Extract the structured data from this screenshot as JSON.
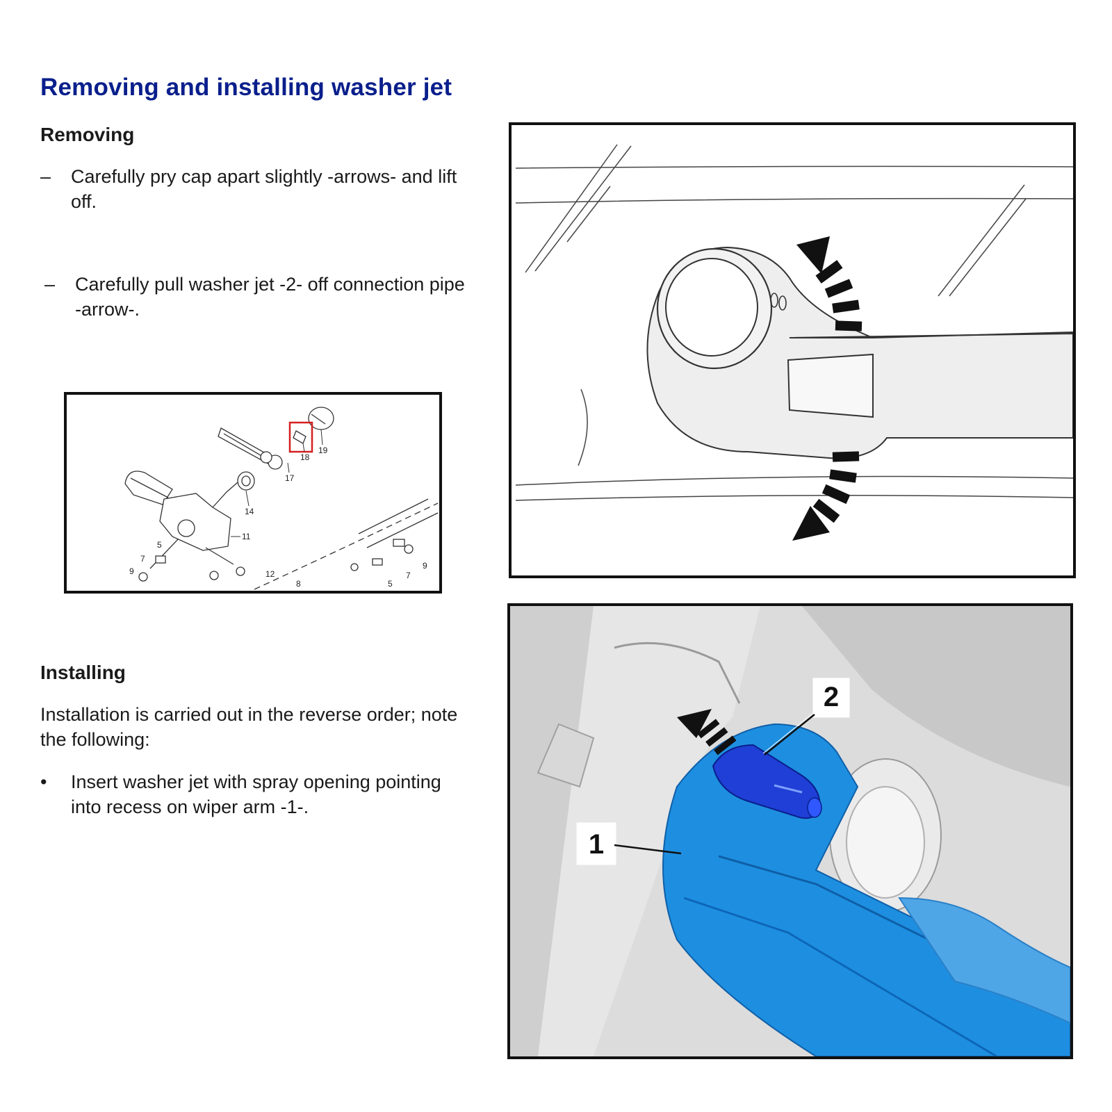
{
  "page": {
    "title": "Removing and installing washer jet"
  },
  "removing": {
    "heading": "Removing",
    "steps": [
      {
        "marker": "–",
        "line1": "Carefully pry cap apart slightly -arrows- and lift",
        "line2": "off."
      },
      {
        "marker": "–",
        "line1": "Carefully pull washer jet -2- off connection pipe",
        "line2": "-arrow-."
      }
    ]
  },
  "installing": {
    "heading": "Installing",
    "intro_line1": "Installation is carried out in the reverse order; note",
    "intro_line2": "the following:",
    "bullets": [
      {
        "marker": "•",
        "line1": "Insert washer jet with spray opening pointing",
        "line2": "into recess on wiper arm -1-."
      }
    ]
  },
  "exploded_view": {
    "part_labels": [
      "19",
      "18",
      "17",
      "14",
      "11",
      "5",
      "7",
      "9",
      "12",
      "8",
      "5",
      "7",
      "9"
    ],
    "highlight_color": "#d42020"
  },
  "cap_figure": {
    "arrow_color": "#111111"
  },
  "jet_figure": {
    "callout_2": "2",
    "callout_1": "1",
    "jet_color": "#1f3fd6",
    "arm_color": "#1e8fe0"
  }
}
